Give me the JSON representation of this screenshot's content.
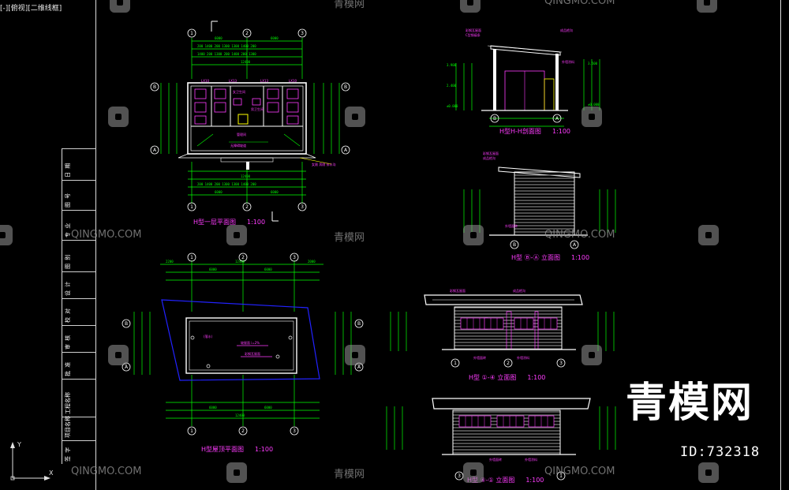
{
  "viewport_label": "[-][俯视][二维线框]",
  "title_block": {
    "cells": [
      "日 期",
      "图 号",
      "专 业",
      "图 别",
      "设 计",
      "校 对",
      "审 核",
      "批 准",
      "工程名称",
      "项目名称",
      "签 字"
    ]
  },
  "drawings": {
    "floor_plan": {
      "title": "H型一层平面图",
      "scale": "1:100"
    },
    "roof_plan": {
      "title": "H型屋顶平面图",
      "scale": "1:100"
    },
    "section": {
      "title": "H型H-H剖面图",
      "scale": "1:100"
    },
    "side_elevation": {
      "title": "H型 Ⓑ-Ⓐ 立面图",
      "scale": "1:100"
    },
    "front_elevation": {
      "title": "H型 ①-④ 立面图",
      "scale": "1:100"
    },
    "rear_elevation": {
      "title": "H型 ④-① 立面图",
      "scale": "1:100"
    }
  },
  "watermarks": {
    "site_cn": "青模网",
    "site_en": "QINGMO.COM",
    "big_cn": "青模网",
    "id_text": "ID:732318"
  },
  "colors": {
    "background": "#000000",
    "dimension": "#00ff00",
    "wall": "#ffffff",
    "annotation": "#ff3cff",
    "axis_bubble": "#ffffff",
    "accent_blue": "#2222ff",
    "leader": "#ffff00"
  }
}
